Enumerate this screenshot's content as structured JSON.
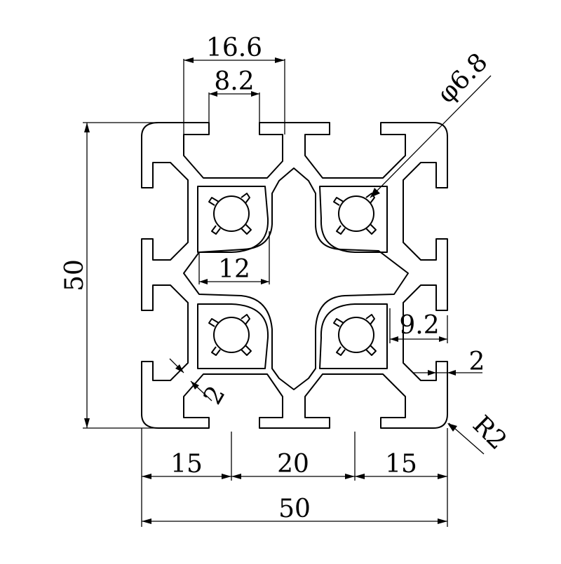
{
  "drawing": {
    "subject": "square aluminium extrusion profile cross-section",
    "dimensions": {
      "slot_opening": "16.6",
      "slot_neck": "8.2",
      "hole_diameter": "φ6.8",
      "overall_height": "50",
      "core_width": "12",
      "wall_offset": "9.2",
      "lip_thickness": "2",
      "wall_thickness": "2",
      "corner_radius": "R2",
      "left_segment": "15",
      "middle_segment": "20",
      "right_segment": "15",
      "overall_width": "50"
    }
  }
}
